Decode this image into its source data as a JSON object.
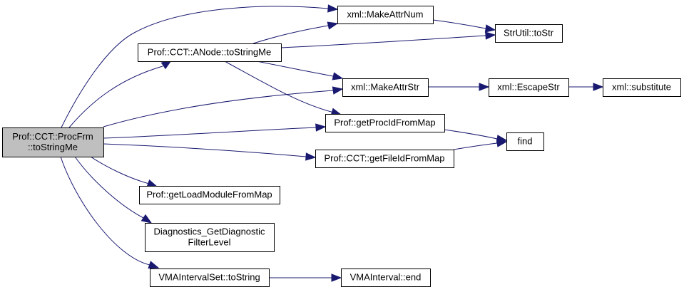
{
  "diagram": {
    "type": "call-graph",
    "edge_color": "#191970",
    "root_fill": "#bfbfbf",
    "nodes": [
      {
        "id": "root",
        "lines": [
          "Prof::CCT::ProcFrm",
          "::toStringMe"
        ],
        "root": true
      },
      {
        "id": "anode",
        "lines": [
          "Prof::CCT::ANode::toStringMe"
        ]
      },
      {
        "id": "makeattrnum",
        "lines": [
          "xml::MakeAttrNum"
        ]
      },
      {
        "id": "tostr",
        "lines": [
          "StrUtil::toStr"
        ]
      },
      {
        "id": "makeattrstr",
        "lines": [
          "xml::MakeAttrStr"
        ]
      },
      {
        "id": "escapestr",
        "lines": [
          "xml::EscapeStr"
        ]
      },
      {
        "id": "substitute",
        "lines": [
          "xml::substitute"
        ]
      },
      {
        "id": "getprocid",
        "lines": [
          "Prof::getProcIdFromMap"
        ]
      },
      {
        "id": "find",
        "lines": [
          "find"
        ]
      },
      {
        "id": "getfileid",
        "lines": [
          "Prof::CCT::getFileIdFromMap"
        ]
      },
      {
        "id": "getloadmodule",
        "lines": [
          "Prof::getLoadModuleFromMap"
        ]
      },
      {
        "id": "diagnostics",
        "lines": [
          "Diagnostics_GetDiagnostic",
          "FilterLevel"
        ]
      },
      {
        "id": "vmaset",
        "lines": [
          "VMAIntervalSet::toString"
        ]
      },
      {
        "id": "vmaend",
        "lines": [
          "VMAInterval::end"
        ]
      }
    ],
    "edges": [
      {
        "from": "root",
        "to": "makeattrnum"
      },
      {
        "from": "root",
        "to": "anode"
      },
      {
        "from": "root",
        "to": "makeattrstr"
      },
      {
        "from": "root",
        "to": "getprocid"
      },
      {
        "from": "root",
        "to": "getfileid"
      },
      {
        "from": "root",
        "to": "getloadmodule"
      },
      {
        "from": "root",
        "to": "diagnostics"
      },
      {
        "from": "root",
        "to": "vmaset"
      },
      {
        "from": "anode",
        "to": "makeattrnum"
      },
      {
        "from": "anode",
        "to": "tostr"
      },
      {
        "from": "anode",
        "to": "makeattrstr"
      },
      {
        "from": "anode",
        "to": "getprocid"
      },
      {
        "from": "makeattrnum",
        "to": "tostr"
      },
      {
        "from": "makeattrstr",
        "to": "escapestr"
      },
      {
        "from": "escapestr",
        "to": "substitute"
      },
      {
        "from": "getprocid",
        "to": "find"
      },
      {
        "from": "getfileid",
        "to": "find"
      },
      {
        "from": "vmaset",
        "to": "vmaend"
      }
    ]
  }
}
